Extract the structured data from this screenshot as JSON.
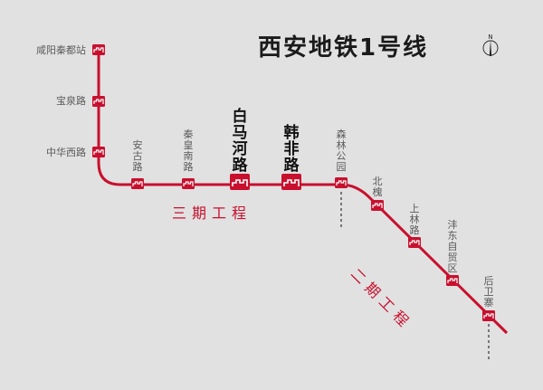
{
  "title": "西安地铁1号线",
  "compass": {
    "label": "N"
  },
  "colors": {
    "line": "#c8102e",
    "background": "#e1e1e1",
    "text": "#5a5a5a",
    "title": "#1a1a1a"
  },
  "phases": {
    "phase3": "三期工程",
    "phase2": "二期工程"
  },
  "stations": [
    {
      "name": "咸阳秦都站"
    },
    {
      "name": "宝泉路"
    },
    {
      "name": "中华西路"
    },
    {
      "name": "安古路"
    },
    {
      "name": "秦皇南路"
    },
    {
      "name": "白马河路"
    },
    {
      "name": "韩非路"
    },
    {
      "name": "森林公园"
    },
    {
      "name": "北槐"
    },
    {
      "name": "上林路"
    },
    {
      "name": "沣东自贸区"
    },
    {
      "name": "后卫寨"
    }
  ]
}
